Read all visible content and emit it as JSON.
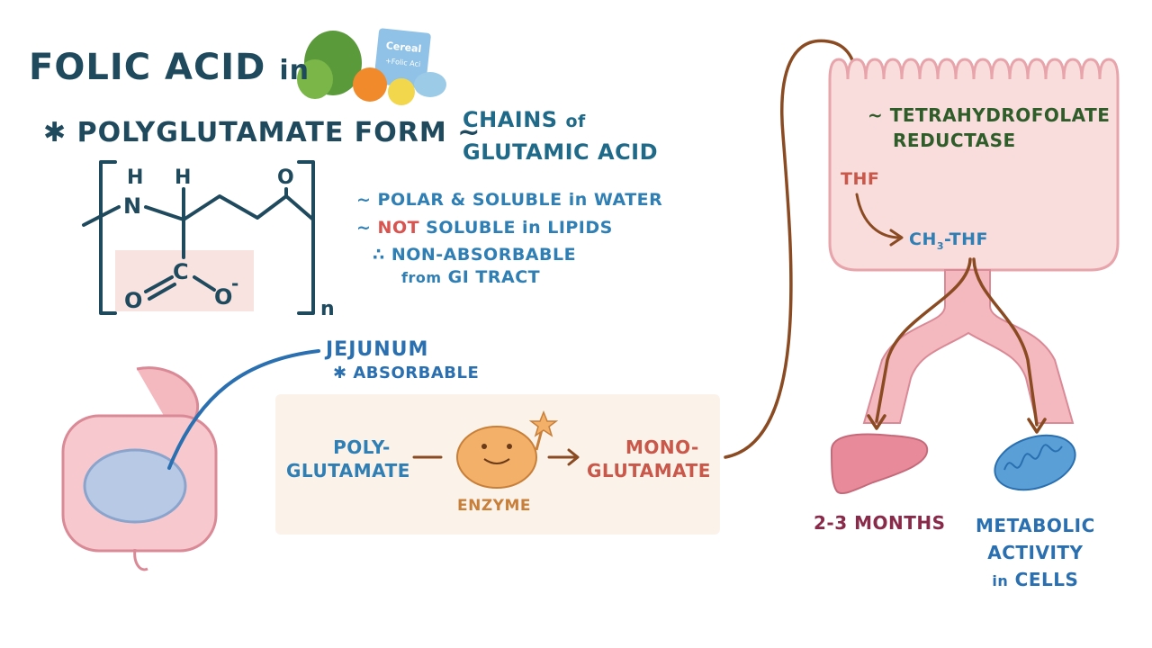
{
  "title": {
    "main": "FOLIC ACID",
    "in": "in"
  },
  "form": {
    "bullet": "✱",
    "label": "POLYGLUTAMATE FORM",
    "tilde": "~",
    "chains_1a": "CHAINS",
    "chains_1b": "of",
    "chains_2": "GLUTAMIC ACID"
  },
  "molecule": {
    "h1": "H",
    "h2": "H",
    "n": "N",
    "o_top": "O",
    "o_left": "O",
    "c": "C",
    "o_minus": "O",
    "charge": "-",
    "subscript": "n"
  },
  "properties": {
    "p1": "~ POLAR & SOLUBLE in WATER",
    "p2_tilde": "~ ",
    "p2_not": "NOT",
    "p2_rest": " SOLUBLE in LIPIDS",
    "p3": "∴ NON-ABSORBABLE",
    "p4_from": "from",
    "p4_rest": " GI TRACT"
  },
  "cereal": {
    "label": "Cereal",
    "sublabel": "+Folic Aci"
  },
  "jejunum": {
    "label": "JEJUNUM",
    "note": "✱ ABSORBABLE"
  },
  "enzyme_step": {
    "input_1": "POLY-",
    "input_2": "GLUTAMATE",
    "enzyme": "ENZYME",
    "output_1": "MONO-",
    "output_2": "GLUTAMATE"
  },
  "cell": {
    "enzyme_line_1": "~ TETRAHYDROFOLATE",
    "enzyme_line_2": "REDUCTASE",
    "thf": "THF",
    "ch3_a": "CH",
    "ch3_sub": "3",
    "ch3_b": "-THF"
  },
  "outcomes": {
    "liver": "2-3 MONTHS",
    "meta_1": "METABOLIC",
    "meta_2": "ACTIVITY",
    "meta_3a": "in",
    "meta_3b": " CELLS"
  },
  "colors": {
    "navy": "#1f4a5e",
    "blue": "#2f7fb5",
    "red": "#d9534f",
    "brown": "#8a4a22",
    "cell_pink": "#f9dcdc",
    "box_cream": "#fbf3ea"
  }
}
